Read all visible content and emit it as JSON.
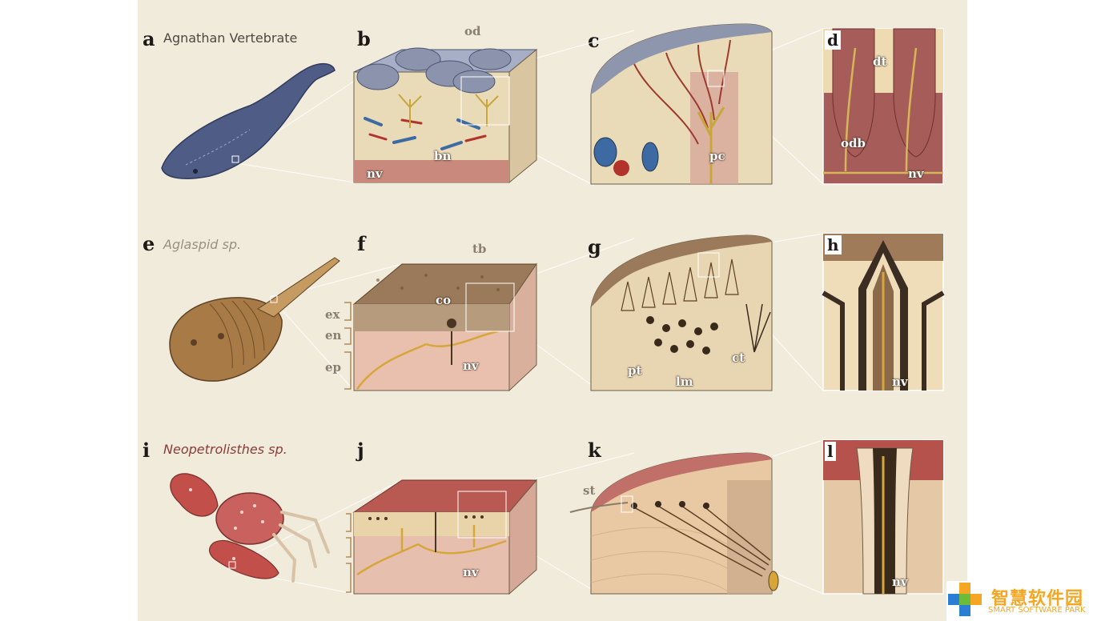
{
  "rows": [
    {
      "species_letter": "a",
      "species_name": "Agnathan Vertebrate",
      "panels": [
        "b",
        "c",
        "d"
      ],
      "labels": {
        "b_top": "od",
        "b_mid": "bn",
        "b_low": "nv",
        "c": "pc",
        "d_top": "dt",
        "d_mid": "odb",
        "d_low": "nv"
      }
    },
    {
      "species_letter": "e",
      "species_name": "Aglaspid sp.",
      "panels": [
        "f",
        "g",
        "h"
      ],
      "labels": {
        "f_top": "tb",
        "f_mid": "co",
        "f_low": "nv",
        "side_ex": "ex",
        "side_en": "en",
        "side_ep": "ep",
        "g_pt": "pt",
        "g_lm": "lm",
        "g_ct": "ct",
        "h_low": "nv"
      }
    },
    {
      "species_letter": "i",
      "species_name": "Neopetrolisthes sp.",
      "panels": [
        "j",
        "k",
        "l"
      ],
      "labels": {
        "j_low": "nv",
        "k_st": "st",
        "l_low": "nv"
      }
    }
  ],
  "colors": {
    "plate_bg": "#f1ebdc",
    "row1_name": "#4a4844",
    "row2_name": "#9a8f80",
    "row3_name": "#8a3b36",
    "logo": "#f5a623"
  },
  "watermark": {
    "cn": "智慧软件园",
    "en": "SMART SOFTWARE PARK"
  }
}
